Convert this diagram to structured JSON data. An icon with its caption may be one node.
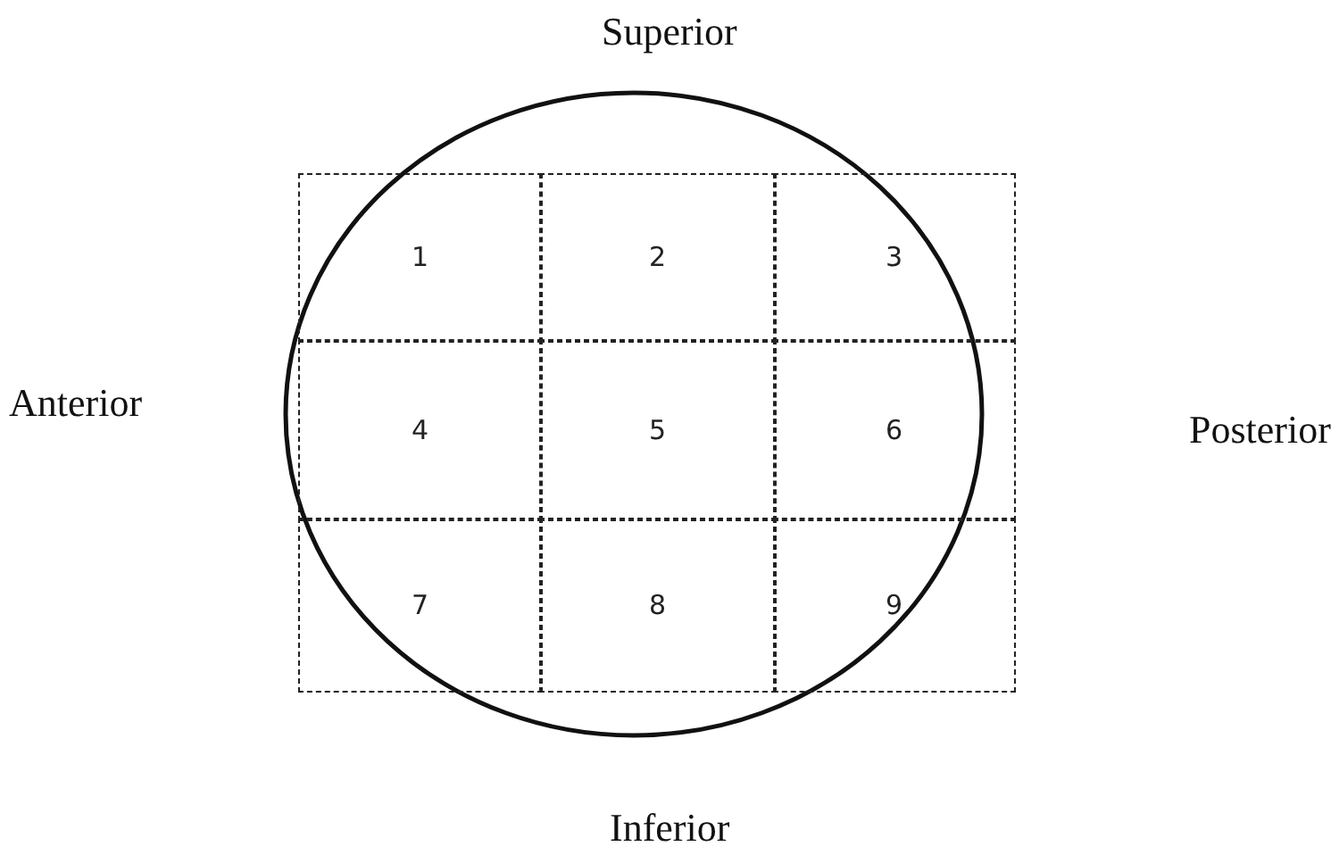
{
  "diagram": {
    "nodes": [
      {
        "text": [
          "1"
        ]
      },
      {
        "text": [
          "2"
        ]
      },
      {
        "text": [
          "3"
        ]
      },
      {
        "text": [
          "4"
        ]
      },
      {
        "text": [
          "5"
        ]
      },
      {
        "text": [
          "6"
        ]
      },
      {
        "text": [
          "7"
        ]
      },
      {
        "text": [
          "8"
        ]
      },
      {
        "text": [
          "9"
        ]
      }
    ],
    "labels": [
      "Superior",
      "Anterior",
      "Posterior",
      "Inferior"
    ]
  }
}
